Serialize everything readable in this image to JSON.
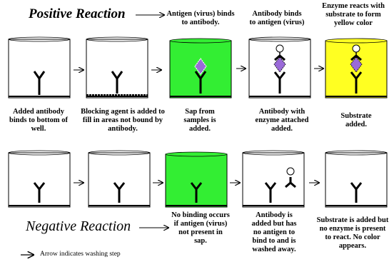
{
  "positive": {
    "title": "Positive Reaction",
    "top_captions": [
      "Antigen (virus) binds to antibody.",
      "Antibody binds to antigen (virus)",
      "Enzyme reacts with substrate to form yellow color"
    ],
    "bottom_captions": [
      "Added antibody binds to bottom of well.",
      "Blocking agent is added to fill in areas not bound by antibody.",
      "Sap from samples is added.",
      "Antibody with enzyme attached added.",
      "Substrate added."
    ]
  },
  "negative": {
    "title": "Negative Reaction",
    "captions": [
      "No binding occurs if antigen (virus) not present in sap.",
      "Antibody is added but has no antigen to bind to and is washed away.",
      "Substrate is added but no enzyme is present to react. No color appears."
    ]
  },
  "legend": {
    "text": "Arrow indicates washing step"
  },
  "colors": {
    "sap_green": "#33ee33",
    "substrate_yellow": "#ffff22",
    "antigen_purple": "#9a6ad8"
  }
}
